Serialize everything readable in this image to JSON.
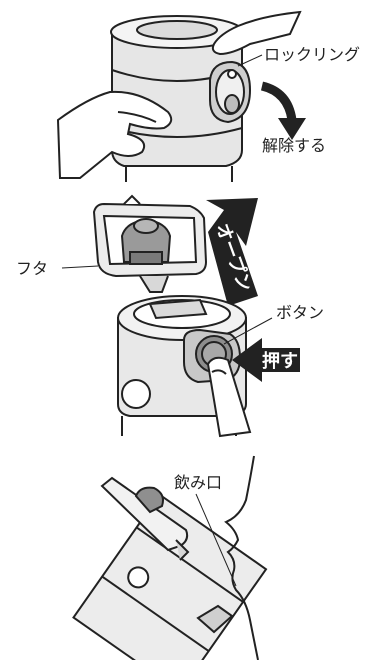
{
  "panels": {
    "top": {
      "labels": {
        "lock_ring": "ロックリング",
        "release": "解除する"
      }
    },
    "middle": {
      "labels": {
        "lid": "フタ",
        "button": "ボタン",
        "open": "オープン",
        "press": "押す"
      }
    },
    "bottom": {
      "labels": {
        "mouthpiece": "飲み口"
      }
    }
  },
  "colors": {
    "ink": "#222222",
    "shade": "#d6d6d6",
    "light": "#efefef"
  }
}
